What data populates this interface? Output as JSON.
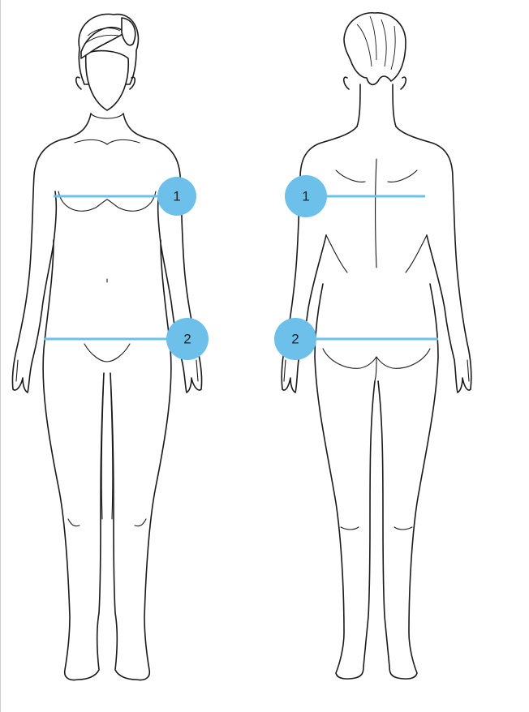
{
  "theme": {
    "measure_color": "#6cc0ea",
    "outline_color": "#1a1a1a",
    "background": "#ffffff"
  },
  "front_view": {
    "markers": [
      {
        "label": "1"
      },
      {
        "label": "2"
      }
    ]
  },
  "back_view": {
    "markers": [
      {
        "label": "1"
      },
      {
        "label": "2"
      }
    ]
  }
}
